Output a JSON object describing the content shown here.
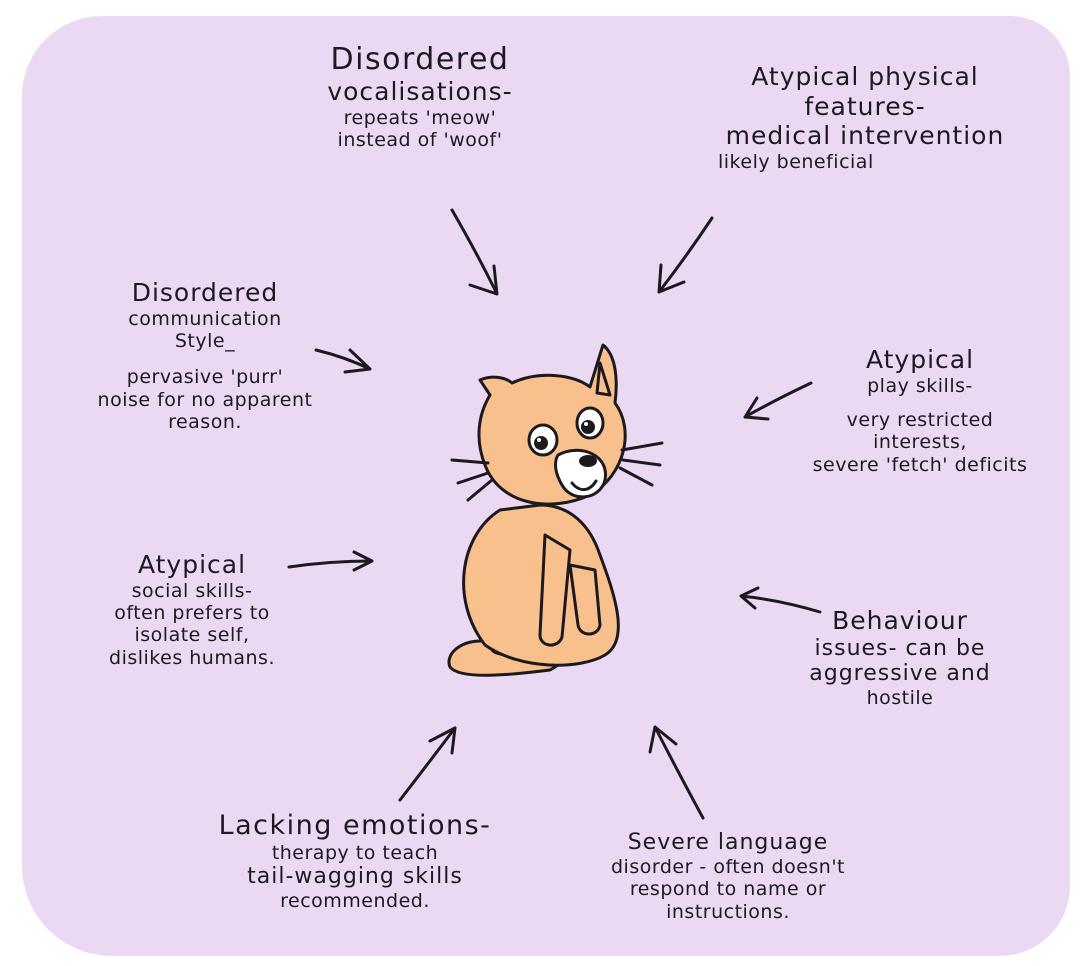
{
  "background_color": "#ebd9f4",
  "cat_color": "#f8c08d",
  "outline_color": "#1c1a1e",
  "central_image": "cat-illustration",
  "labels": {
    "vocal": {
      "heading": [
        "Disordered",
        "vocalisations-"
      ],
      "detail": [
        "repeats 'meow'",
        "instead of 'woof'"
      ]
    },
    "physical": {
      "heading": [
        "Atypical physical",
        "features-"
      ],
      "detail": [
        "medical intervention",
        "likely beneficial"
      ]
    },
    "communication": {
      "heading": [
        "Disordered",
        "communication",
        "Style_"
      ],
      "detail": [
        "pervasive 'purr'",
        "noise for no apparent",
        "reason."
      ]
    },
    "play": {
      "heading": [
        "Atypical",
        "play skills-"
      ],
      "detail": [
        "very restricted",
        "interests,",
        "severe 'fetch' deficits"
      ]
    },
    "social": {
      "heading": [
        "Atypical",
        "social skills-"
      ],
      "detail": [
        "often prefers to",
        "isolate self,",
        "dislikes humans."
      ]
    },
    "behaviour": {
      "heading": [
        "Behaviour"
      ],
      "detail": [
        "issues- can be",
        "aggressive and",
        "hostile"
      ]
    },
    "emotions": {
      "heading": [
        "Lacking emotions-"
      ],
      "detail": [
        "therapy to teach",
        "tail-wagging skills",
        "recommended."
      ]
    },
    "language": {
      "heading": [
        "Severe language"
      ],
      "detail": [
        "disorder - often doesn't",
        "respond to name or",
        "instructions."
      ]
    }
  }
}
